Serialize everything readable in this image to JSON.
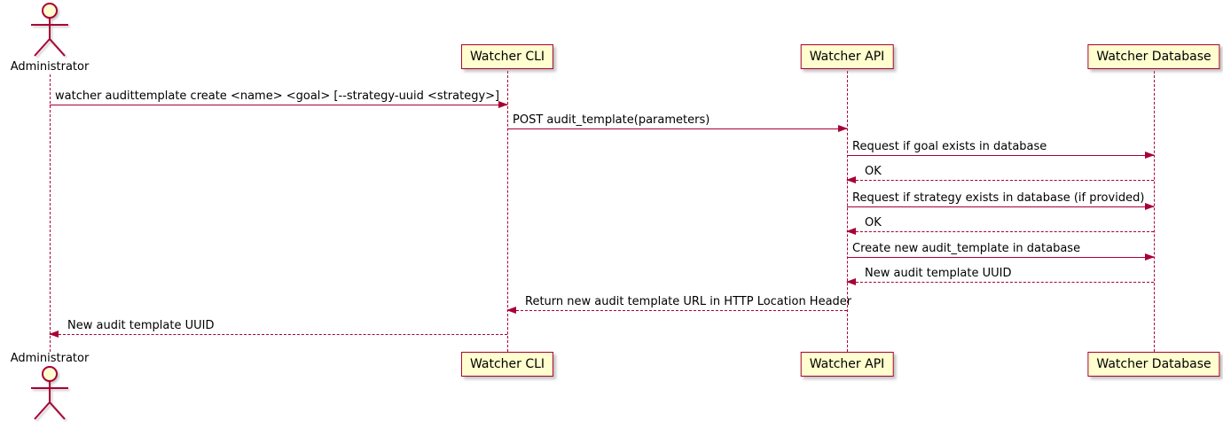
{
  "diagram": {
    "type": "sequence-diagram",
    "actor": {
      "name": "Administrator"
    },
    "participants": [
      {
        "id": "watcher-cli",
        "label": "Watcher CLI"
      },
      {
        "id": "watcher-api",
        "label": "Watcher API"
      },
      {
        "id": "watcher-database",
        "label": "Watcher Database"
      }
    ],
    "messages": [
      {
        "from": "administrator",
        "to": "watcher-cli",
        "kind": "call",
        "text": "watcher audittemplate create <name> <goal> [--strategy-uuid <strategy>]"
      },
      {
        "from": "watcher-cli",
        "to": "watcher-api",
        "kind": "call",
        "text": "POST audit_template(parameters)"
      },
      {
        "from": "watcher-api",
        "to": "watcher-database",
        "kind": "call",
        "text": "Request if goal exists in database"
      },
      {
        "from": "watcher-database",
        "to": "watcher-api",
        "kind": "return",
        "text": "OK"
      },
      {
        "from": "watcher-api",
        "to": "watcher-database",
        "kind": "call",
        "text": "Request if strategy exists in database (if provided)"
      },
      {
        "from": "watcher-database",
        "to": "watcher-api",
        "kind": "return",
        "text": "OK"
      },
      {
        "from": "watcher-api",
        "to": "watcher-database",
        "kind": "call",
        "text": "Create new audit_template in database"
      },
      {
        "from": "watcher-database",
        "to": "watcher-api",
        "kind": "return",
        "text": "New audit template UUID"
      },
      {
        "from": "watcher-api",
        "to": "watcher-cli",
        "kind": "return",
        "text": "Return new audit template URL in HTTP Location Header"
      },
      {
        "from": "watcher-cli",
        "to": "administrator",
        "kind": "return",
        "text": "New audit template UUID"
      }
    ],
    "colors": {
      "accent": "#A80036",
      "participant_fill": "#FEFECE",
      "text": "#000000"
    }
  }
}
